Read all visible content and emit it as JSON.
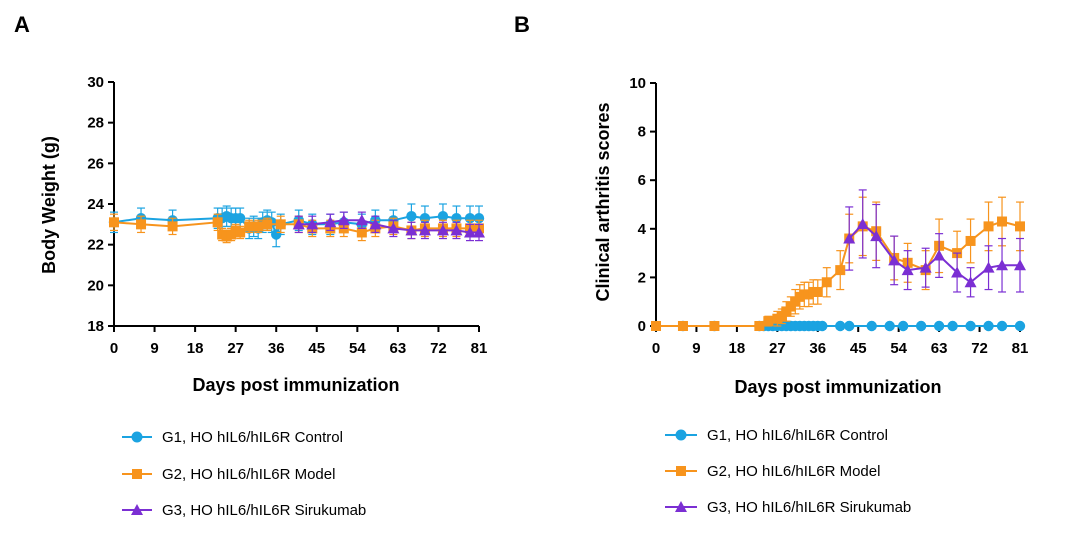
{
  "colors": {
    "g1": "#1ba3e1",
    "g2": "#f7941d",
    "g3": "#7b2fd3"
  },
  "legend": [
    {
      "label": "G1, HO hIL6/hIL6R Control",
      "color": "#1ba3e1",
      "marker": "circle"
    },
    {
      "label": "G2, HO hIL6/hIL6R Model",
      "color": "#f7941d",
      "marker": "square"
    },
    {
      "label": "G3, HO hIL6/hIL6R Sirukumab",
      "color": "#7b2fd3",
      "marker": "triangle"
    }
  ],
  "chart_data": [
    {
      "panel": "A",
      "type": "line",
      "xlabel": "Days post immunization",
      "ylabel": "Body Weight (g)",
      "xlim": [
        0,
        81
      ],
      "ylim": [
        18,
        30
      ],
      "xticks": [
        0,
        9,
        18,
        27,
        36,
        45,
        54,
        63,
        72,
        81
      ],
      "yticks": [
        18,
        20,
        22,
        24,
        26,
        28,
        30
      ],
      "series": [
        {
          "name": "G1, HO hIL6/hIL6R Control",
          "color": "#1ba3e1",
          "marker": "circle",
          "x": [
            0,
            6,
            13,
            23,
            24,
            25,
            26,
            27,
            28,
            30,
            31,
            32,
            33,
            34,
            35,
            36,
            37,
            41,
            44,
            48,
            51,
            55,
            58,
            62,
            66,
            69,
            73,
            76,
            79,
            81
          ],
          "y": [
            23.1,
            23.3,
            23.2,
            23.3,
            23.3,
            23.4,
            23.3,
            23.3,
            23.3,
            22.8,
            22.9,
            22.8,
            23.1,
            23.2,
            23.1,
            22.5,
            23.0,
            23.2,
            23.0,
            23.0,
            23.1,
            23.0,
            23.2,
            23.2,
            23.4,
            23.3,
            23.4,
            23.3,
            23.3,
            23.3
          ],
          "err": [
            0.5,
            0.5,
            0.5,
            0.5,
            0.5,
            0.5,
            0.5,
            0.5,
            0.5,
            0.5,
            0.5,
            0.5,
            0.5,
            0.5,
            0.5,
            0.6,
            0.5,
            0.5,
            0.5,
            0.5,
            0.5,
            0.5,
            0.5,
            0.5,
            0.6,
            0.6,
            0.6,
            0.6,
            0.6,
            0.6
          ]
        },
        {
          "name": "G2, HO hIL6/hIL6R Model",
          "color": "#f7941d",
          "marker": "square",
          "x": [
            0,
            6,
            13,
            23,
            24,
            25,
            26,
            27,
            28,
            30,
            32,
            34,
            37,
            41,
            44,
            48,
            51,
            55,
            58,
            62,
            66,
            69,
            73,
            76,
            79,
            81
          ],
          "y": [
            23.1,
            23.0,
            22.9,
            23.1,
            22.5,
            22.4,
            22.5,
            22.7,
            22.6,
            22.9,
            22.9,
            23.0,
            23.0,
            23.0,
            22.8,
            22.8,
            22.8,
            22.6,
            22.8,
            22.9,
            22.7,
            22.8,
            22.8,
            22.8,
            22.8,
            22.8
          ],
          "err": [
            0.4,
            0.4,
            0.4,
            0.4,
            0.3,
            0.3,
            0.3,
            0.3,
            0.3,
            0.3,
            0.3,
            0.3,
            0.4,
            0.4,
            0.4,
            0.4,
            0.4,
            0.4,
            0.4,
            0.4,
            0.4,
            0.4,
            0.4,
            0.4,
            0.4,
            0.4
          ]
        },
        {
          "name": "G3, HO hIL6/hIL6R Sirukumab",
          "color": "#7b2fd3",
          "marker": "triangle",
          "x": [
            41,
            44,
            48,
            51,
            55,
            58,
            62,
            66,
            69,
            73,
            76,
            79,
            81
          ],
          "y": [
            23.0,
            23.0,
            23.1,
            23.2,
            23.2,
            23.0,
            22.8,
            22.7,
            22.7,
            22.7,
            22.7,
            22.6,
            22.6
          ],
          "err": [
            0.4,
            0.4,
            0.4,
            0.4,
            0.4,
            0.4,
            0.4,
            0.4,
            0.4,
            0.4,
            0.4,
            0.4,
            0.4
          ]
        }
      ]
    },
    {
      "panel": "B",
      "type": "line",
      "xlabel": "Days post immunization",
      "ylabel": "Clinical arthritis scores",
      "xlim": [
        0,
        81
      ],
      "ylim": [
        0,
        10
      ],
      "xticks": [
        0,
        9,
        18,
        27,
        36,
        45,
        54,
        63,
        72,
        81
      ],
      "yticks": [
        0,
        2,
        4,
        6,
        8,
        10
      ],
      "series": [
        {
          "name": "G1, HO hIL6/hIL6R Control",
          "color": "#1ba3e1",
          "marker": "circle",
          "x": [
            0,
            6,
            13,
            23,
            24,
            25,
            26,
            27,
            28,
            29,
            30,
            31,
            32,
            33,
            34,
            35,
            36,
            37,
            41,
            43,
            48,
            52,
            55,
            59,
            63,
            66,
            70,
            74,
            77,
            81
          ],
          "y": [
            0,
            0,
            0,
            0,
            0,
            0,
            0,
            0,
            0,
            0,
            0,
            0,
            0,
            0,
            0,
            0,
            0,
            0,
            0,
            0,
            0,
            0,
            0,
            0,
            0,
            0,
            0,
            0,
            0,
            0
          ],
          "err": [
            0,
            0,
            0,
            0,
            0,
            0,
            0,
            0,
            0,
            0,
            0,
            0,
            0,
            0,
            0,
            0,
            0,
            0,
            0,
            0,
            0,
            0,
            0,
            0,
            0,
            0,
            0,
            0,
            0,
            0
          ]
        },
        {
          "name": "G2, HO hIL6/hIL6R Model",
          "color": "#f7941d",
          "marker": "square",
          "x": [
            0,
            6,
            13,
            23,
            25,
            27,
            28,
            29,
            30,
            31,
            32,
            33,
            34,
            35,
            36,
            38,
            41,
            43,
            46,
            49,
            53,
            56,
            60,
            63,
            67,
            70,
            74,
            77,
            81
          ],
          "y": [
            0,
            0,
            0,
            0,
            0.2,
            0.3,
            0.4,
            0.6,
            0.8,
            1.0,
            1.2,
            1.3,
            1.3,
            1.4,
            1.4,
            1.8,
            2.3,
            3.6,
            4.1,
            3.9,
            2.8,
            2.6,
            2.3,
            3.3,
            3.0,
            3.5,
            4.1,
            4.3,
            4.1
          ],
          "err": [
            0,
            0,
            0,
            0,
            0.2,
            0.3,
            0.3,
            0.4,
            0.4,
            0.5,
            0.5,
            0.5,
            0.5,
            0.5,
            0.5,
            0.6,
            0.8,
            1.0,
            1.2,
            1.2,
            0.9,
            0.8,
            0.8,
            1.1,
            0.9,
            0.9,
            1.0,
            1.0,
            1.0
          ]
        },
        {
          "name": "G3, HO hIL6/hIL6R Sirukumab",
          "color": "#7b2fd3",
          "marker": "triangle",
          "x": [
            43,
            46,
            49,
            53,
            56,
            60,
            63,
            67,
            70,
            74,
            77,
            81
          ],
          "y": [
            3.6,
            4.2,
            3.7,
            2.7,
            2.3,
            2.4,
            2.9,
            2.2,
            1.8,
            2.4,
            2.5,
            2.5
          ],
          "err": [
            1.3,
            1.4,
            1.3,
            1.0,
            0.8,
            0.8,
            0.9,
            0.8,
            0.6,
            0.9,
            1.1,
            1.1
          ]
        }
      ]
    }
  ]
}
